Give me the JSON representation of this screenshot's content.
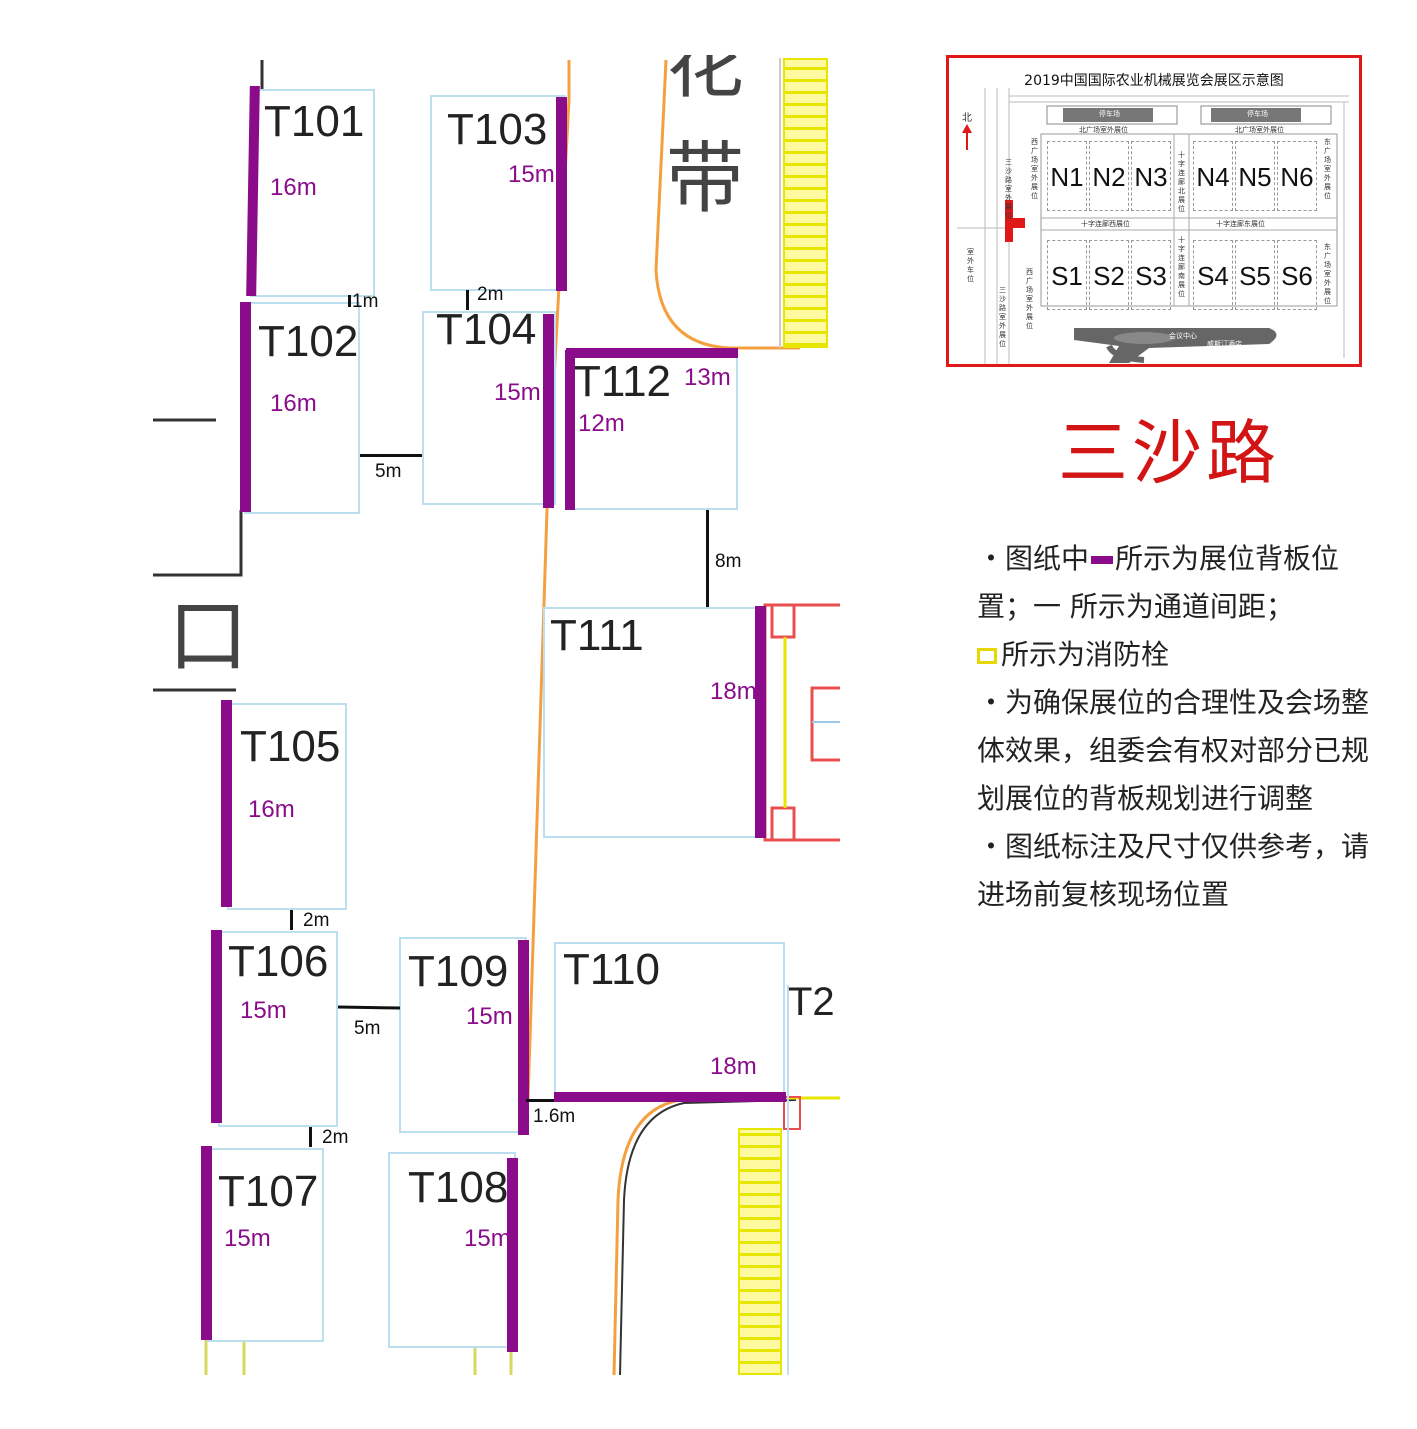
{
  "map": {
    "partial_chars": {
      "top": "花",
      "second": "带",
      "left": "口"
    },
    "booths": [
      {
        "id": "T101",
        "dim": "16m"
      },
      {
        "id": "T102",
        "dim": "16m"
      },
      {
        "id": "T103",
        "dim": "15m"
      },
      {
        "id": "T104",
        "dim": "15m"
      },
      {
        "id": "T112",
        "dim_top": "13m",
        "dim_side": "12m"
      },
      {
        "id": "T111",
        "dim": "18m"
      },
      {
        "id": "T105",
        "dim": "16m"
      },
      {
        "id": "T106",
        "dim": "15m"
      },
      {
        "id": "T109",
        "dim": "15m"
      },
      {
        "id": "T110",
        "dim": "18m"
      },
      {
        "id": "T107",
        "dim": "15m"
      },
      {
        "id": "T108",
        "dim": "15m"
      },
      {
        "id": "T2",
        "dim": ""
      }
    ],
    "gaps": {
      "g1m": "1m",
      "g2m_top": "2m",
      "g5m_top": "5m",
      "g8m": "8m",
      "g2m_mid": "2m",
      "g5m_bot": "5m",
      "g1_6m": "1.6m",
      "g2m_bot": "2m"
    }
  },
  "inset": {
    "title": "2019中国国际农业机械展览会展区示意图",
    "north": "北",
    "north_halls": [
      "N1",
      "N2",
      "N3",
      "N4",
      "N5",
      "N6"
    ],
    "south_halls": [
      "S1",
      "S2",
      "S3",
      "S4",
      "S5",
      "S6"
    ],
    "labels": {
      "parking": "停车场",
      "north_outdoor": "北广场室外展位",
      "cross_west": "十字连廊西展位",
      "cross_east": "十字连廊东展位",
      "west_outdoor": "西广场室外展位",
      "east_outdoor": "东广场室外展位",
      "sansha_outdoor": "三沙路室外展位",
      "outdoor_vehicle": "室外车位",
      "cross_north": "十字连廊北展位",
      "cross_south": "十字连廊南展位",
      "conference": "会议中心",
      "hotel": "威斯汀酒店"
    }
  },
  "road_title": "三沙路",
  "notes": {
    "n1_a": "・图纸中",
    "n1_b": "所示为展位背板位置；一 所示为通道间距；",
    "n1_c": "所示为消防栓",
    "n2": "・为确保展位的合理性及会场整体效果，组委会有权对部分已规划展位的背板规划进行调整",
    "n3": "・图纸标注及尺寸仅供参考，请进场前复核现场位置"
  },
  "colors": {
    "backboard": "#8a0c8a",
    "booth_border": "#bcdff0",
    "hydrant": "#e6e600",
    "road_title": "#d21414",
    "inset_border": "#e01818",
    "orange_road": "#f4a040"
  }
}
